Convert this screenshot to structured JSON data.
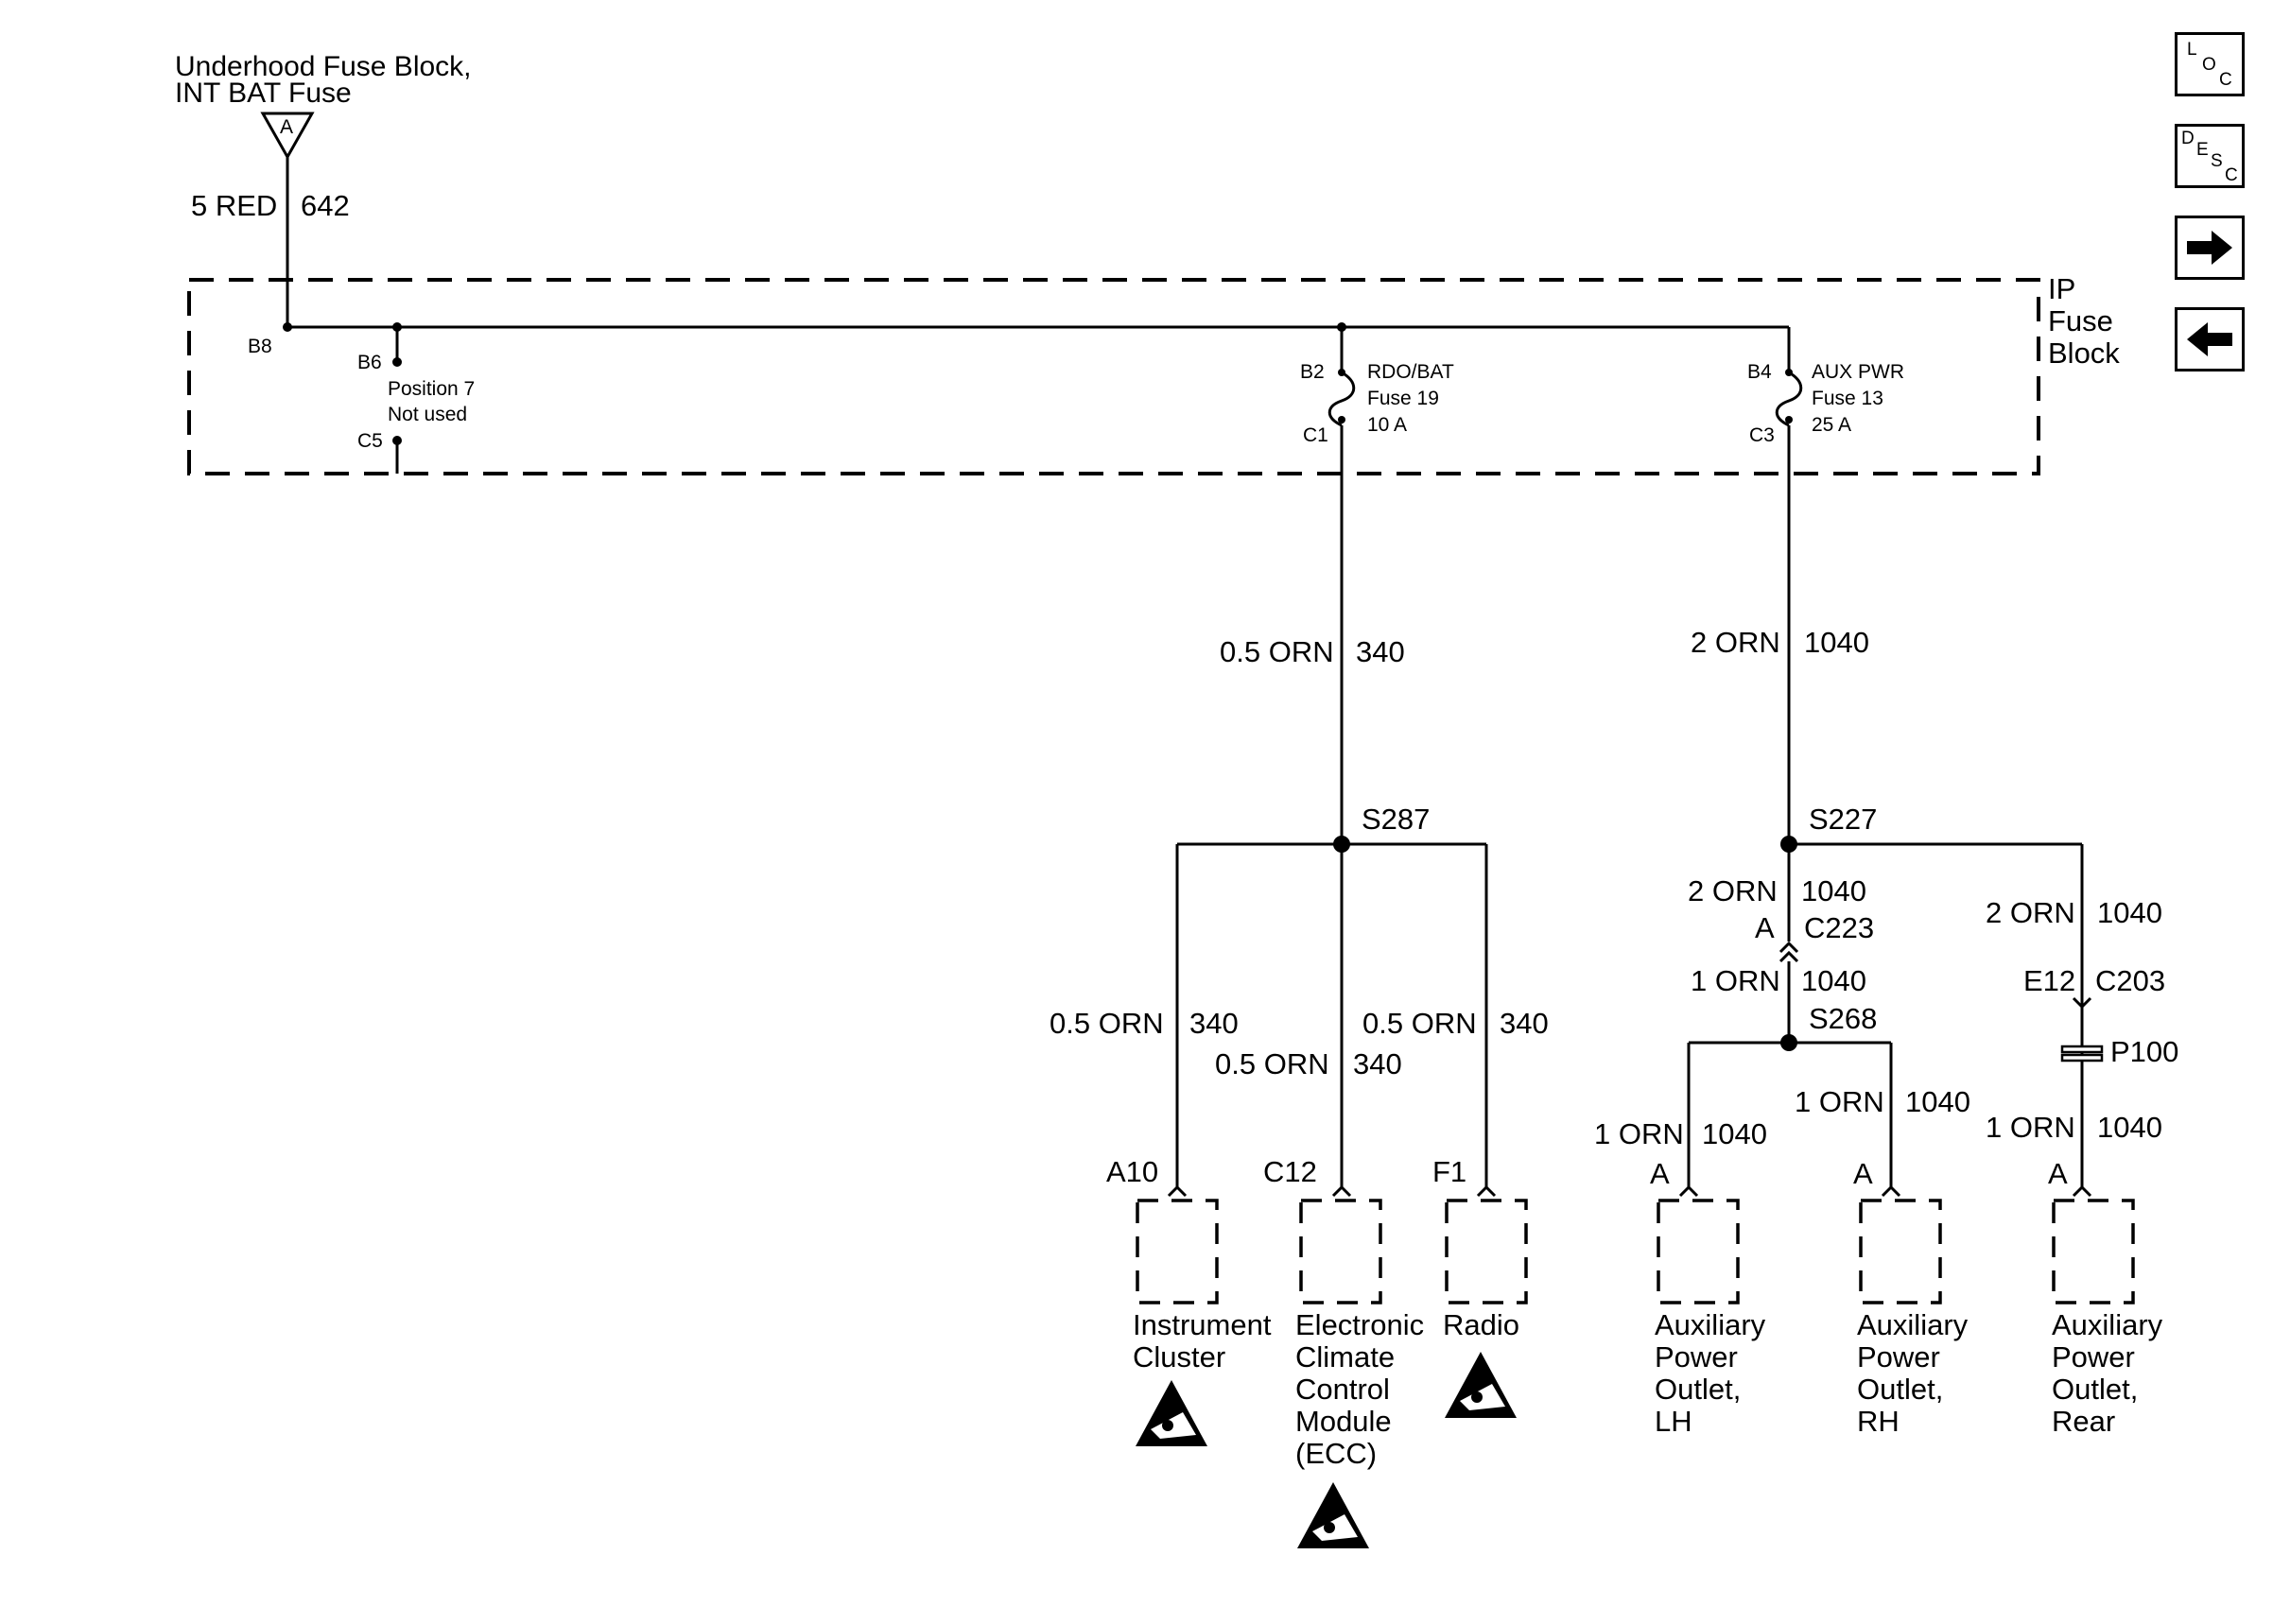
{
  "source": {
    "label_line1": "Underhood Fuse Block,",
    "label_line2": "INT BAT Fuse",
    "terminal": "A",
    "wire_gauge_color": "5 RED",
    "wire_circuit": "642"
  },
  "ip_fuse_block": {
    "title_line1": "IP",
    "title_line2": "Fuse",
    "title_line3": "Block",
    "pin_b8": "B8",
    "pin_b6": "B6",
    "pin_c5": "C5",
    "position_line1": "Position 7",
    "position_line2": "Not used"
  },
  "fuse19": {
    "pin_in": "B2",
    "pin_out": "C1",
    "line1": "RDO/BAT",
    "line2": "Fuse 19",
    "line3": "10 A"
  },
  "fuse13": {
    "pin_in": "B4",
    "pin_out": "C3",
    "line1": "AUX PWR",
    "line2": "Fuse 13",
    "line3": "25 A"
  },
  "wires": {
    "w340_main": {
      "gauge": "0.5 ORN",
      "circuit": "340"
    },
    "w1040_main": {
      "gauge": "2 ORN",
      "circuit": "1040"
    },
    "w340_a10": {
      "gauge": "0.5 ORN",
      "circuit": "340"
    },
    "w340_c12": {
      "gauge": "0.5 ORN",
      "circuit": "340"
    },
    "w340_f1": {
      "gauge": "0.5 ORN",
      "circuit": "340"
    },
    "w1040_c223": {
      "gauge": "2 ORN",
      "circuit": "1040"
    },
    "w1040_s268": {
      "gauge": "1 ORN",
      "circuit": "1040"
    },
    "w1040_rear_upper": {
      "gauge": "2 ORN",
      "circuit": "1040"
    },
    "w1040_lh": {
      "gauge": "1 ORN",
      "circuit": "1040"
    },
    "w1040_rh": {
      "gauge": "1 ORN",
      "circuit": "1040"
    },
    "w1040_rear_lower": {
      "gauge": "1 ORN",
      "circuit": "1040"
    }
  },
  "splices": {
    "s287": "S287",
    "s227": "S227",
    "s268": "S268"
  },
  "connectors": {
    "c223_pin": "A",
    "c223": "C223",
    "c203_pin": "E12",
    "c203": "C203",
    "p100": "P100"
  },
  "components": {
    "instrument_cluster": {
      "pin": "A10",
      "line1": "Instrument",
      "line2": "Cluster"
    },
    "ecc": {
      "pin": "C12",
      "line1": "Electronic",
      "line2": "Climate",
      "line3": "Control",
      "line4": "Module",
      "line5": "(ECC)"
    },
    "radio": {
      "pin": "F1",
      "line1": "Radio"
    },
    "aux_lh": {
      "pin": "A",
      "line1": "Auxiliary",
      "line2": "Power",
      "line3": "Outlet,",
      "line4": "LH"
    },
    "aux_rh": {
      "pin": "A",
      "line1": "Auxiliary",
      "line2": "Power",
      "line3": "Outlet,",
      "line4": "RH"
    },
    "aux_rear": {
      "pin": "A",
      "line1": "Auxiliary",
      "line2": "Power",
      "line3": "Outlet,",
      "line4": "Rear"
    }
  },
  "nav": {
    "loc": {
      "l1": "L",
      "l2": "O",
      "l3": "C"
    },
    "desc": {
      "l1": "D",
      "l2": "E",
      "l3": "S",
      "l4": "C"
    }
  }
}
